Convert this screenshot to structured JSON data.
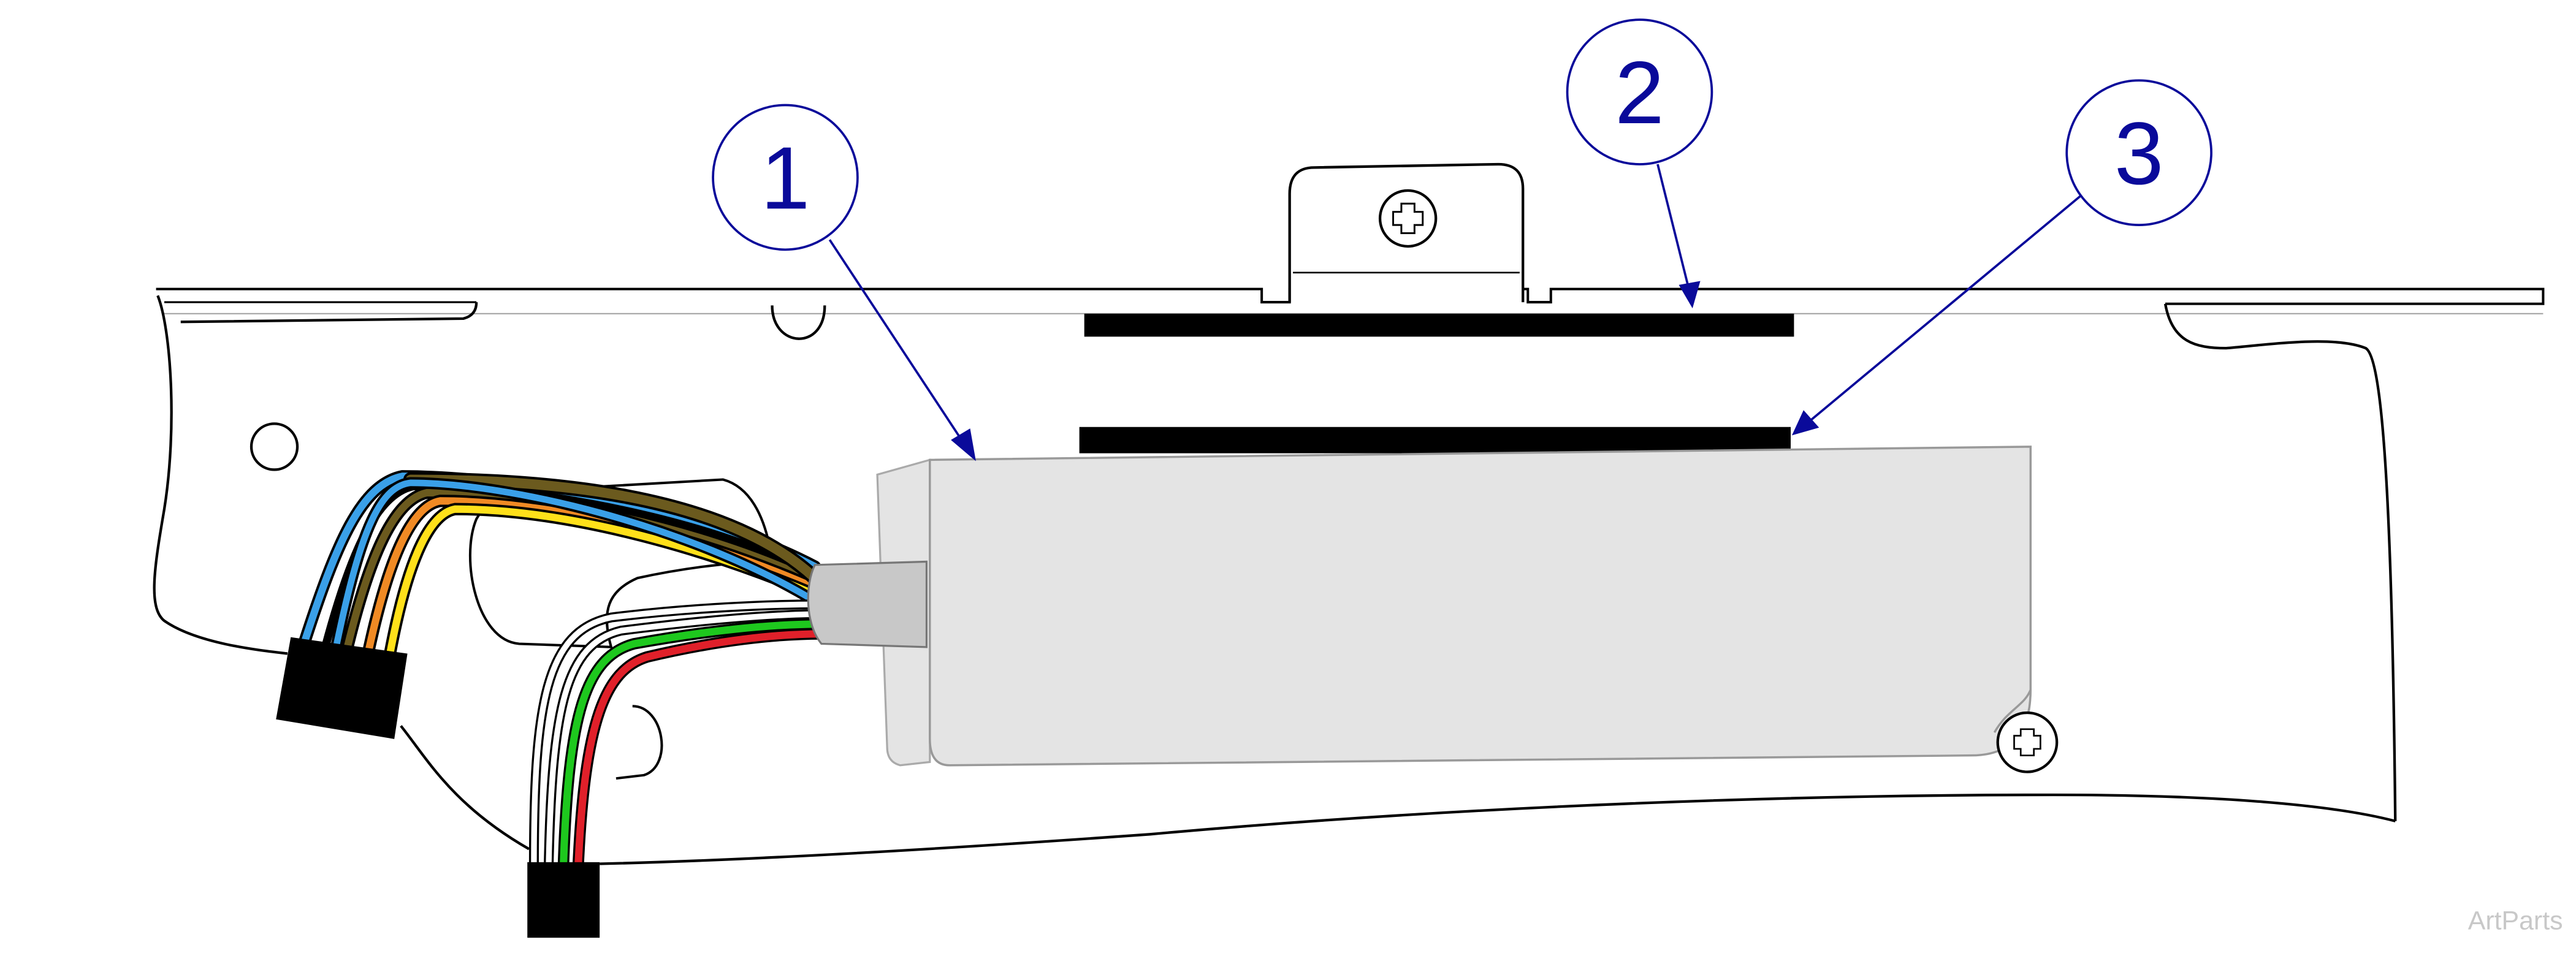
{
  "callouts": [
    {
      "id": "1",
      "label": "1"
    },
    {
      "id": "2",
      "label": "2"
    },
    {
      "id": "3",
      "label": "3"
    }
  ],
  "watermark": "ArtParts",
  "colors": {
    "outline": "#000000",
    "callout": "#0a0a9a",
    "module_fill": "#e4e4e4",
    "module_edge": "#cfcfcf",
    "sleeve": "#c8c8c8",
    "connector": "#000000",
    "wires": [
      "#3aa0e8",
      "#000000",
      "#6b5a1e",
      "#f08a24",
      "#ffe01a",
      "#ffffff",
      "#1ec81e",
      "#e0202a"
    ]
  }
}
